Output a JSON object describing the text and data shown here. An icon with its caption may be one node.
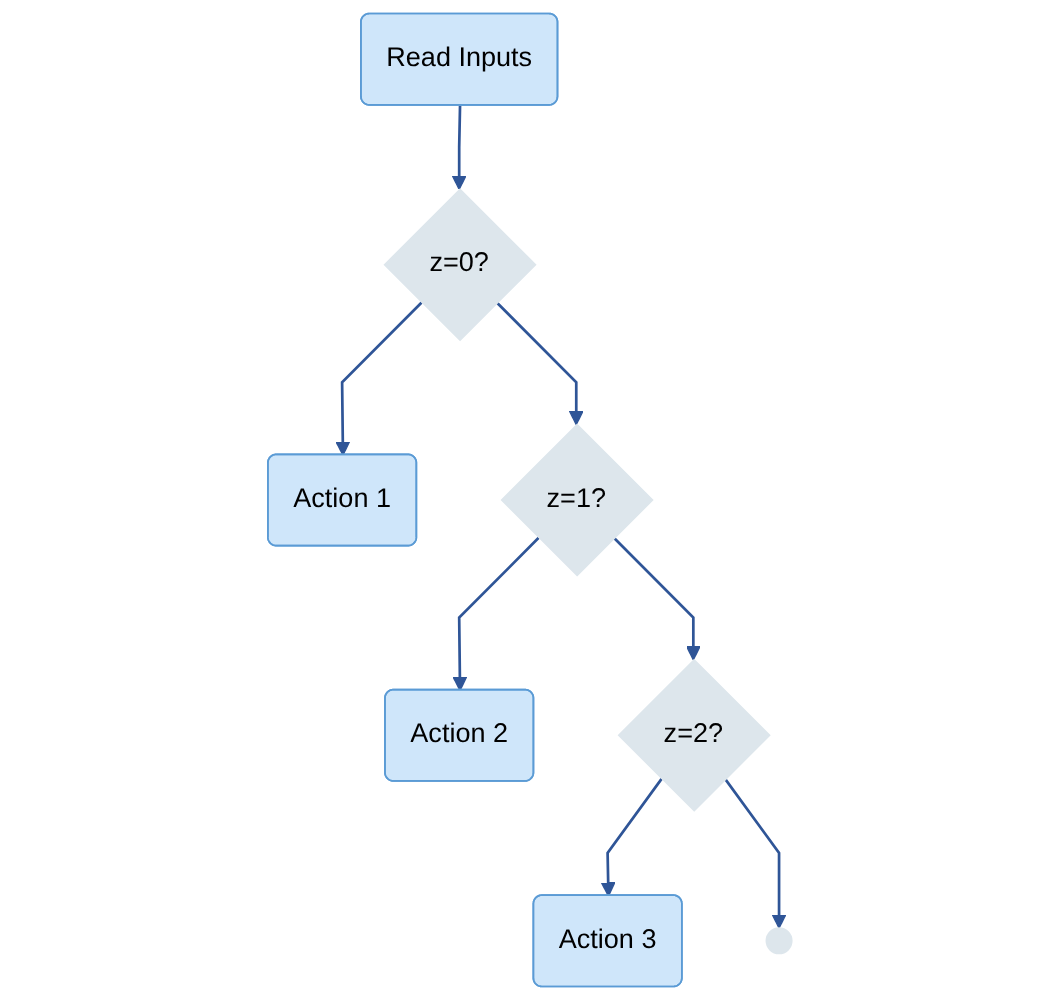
{
  "diagram": {
    "nodes": [
      {
        "text": [
          "Read Inputs"
        ]
      },
      {
        "text": [
          "z=0?"
        ]
      },
      {
        "text": [
          "Action 1"
        ]
      },
      {
        "text": [
          "z=1?"
        ]
      },
      {
        "text": [
          "Action 2"
        ]
      },
      {
        "text": [
          "z=2?"
        ]
      },
      {
        "text": [
          "Action 3"
        ]
      },
      {
        "text": [],
        "shape": "circle"
      }
    ],
    "edges": [
      {
        "from": 0,
        "to": 1,
        "arrow": "to"
      },
      {
        "from": 1,
        "to": 2,
        "arrow": "to"
      },
      {
        "from": 1,
        "to": 3,
        "arrow": "to"
      },
      {
        "from": 3,
        "to": 4,
        "arrow": "to"
      },
      {
        "from": 3,
        "to": 5,
        "arrow": "to"
      },
      {
        "from": 5,
        "to": 6,
        "arrow": "to"
      },
      {
        "from": 5,
        "to": 7,
        "arrow": "to"
      }
    ]
  }
}
